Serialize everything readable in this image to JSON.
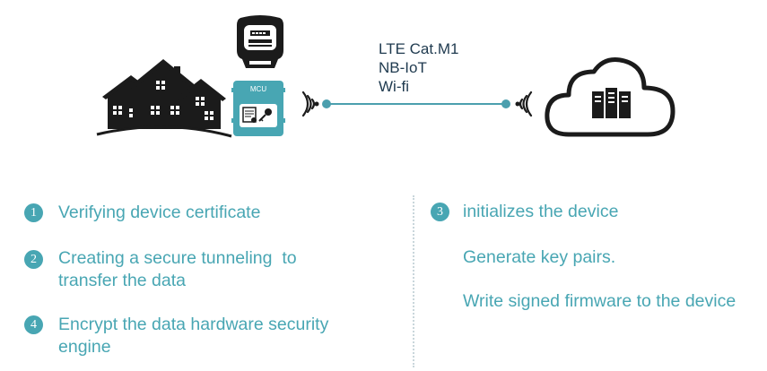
{
  "colors": {
    "accent": "#48a6b3",
    "dark": "#1b1b1b",
    "link": "#4b9fae"
  },
  "icons": {
    "houses": "houses-icon",
    "meter": "smart-meter-icon",
    "mcu": "mcu-chip-icon",
    "signal_out": "wireless-signal-icon",
    "signal_in": "wireless-signal-icon",
    "cloud": "cloud-server-icon"
  },
  "device": {
    "mcu_label": "MCU"
  },
  "connection": {
    "line1": "LTE Cat.M1",
    "line2": "NB-IoT",
    "line3": "Wi-fi"
  },
  "steps_left": [
    {
      "num": "1",
      "text": "Verifying device certificate"
    },
    {
      "num": "2",
      "text": "Creating a secure tunneling  to transfer the data"
    },
    {
      "num": "4",
      "text": "Encrypt the data hardware security engine"
    }
  ],
  "steps_right": [
    {
      "num": "3",
      "text": "initializes the device"
    },
    {
      "text": "Generate key pairs."
    },
    {
      "text": "Write signed firmware to the device"
    }
  ]
}
